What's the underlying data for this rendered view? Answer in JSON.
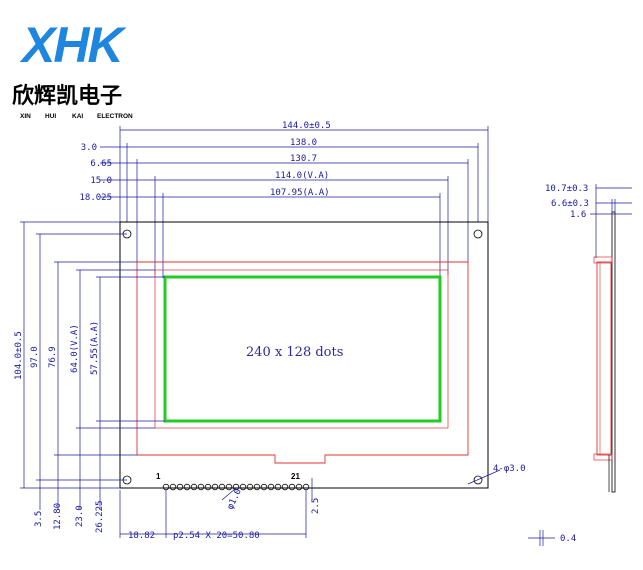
{
  "brand": {
    "logo_text": "XHK",
    "chinese_name": "欣辉凯电子",
    "english_words": [
      "XIN",
      "HUI",
      "KAI",
      "ELECTRON"
    ],
    "logo_color": "#1f86e0"
  },
  "display": {
    "label": "240 x 128 dots",
    "active_area_color": "#22cc22",
    "outline_color": "#e03030",
    "dim_color": "#1a1aa0"
  },
  "dims_top": {
    "d1": "144.0±0.5",
    "d2": "138.0",
    "d3": "130.7",
    "d4": "114.0(V.A)",
    "d5": "107.95(A.A)",
    "off1": "3.0",
    "off2": "6.65",
    "off3": "15.0",
    "off4": "18.025"
  },
  "dims_left": {
    "h1": "104.0±0.5",
    "h2": "97.0",
    "h3": "76.9",
    "h4": "64.0(V.A)",
    "h5": "57.55(A.A)",
    "b1": "3.5",
    "b2": "12.80",
    "b3": "23.0",
    "b4": "26.225"
  },
  "dims_bottom": {
    "pin_offset": "18.82",
    "pitch": "p2.54 X 20=50.80",
    "pin_dia": "φ1.0",
    "pin_h": "2.5",
    "pin_first": "1",
    "pin_last": "21",
    "hole": "4-φ3.0"
  },
  "dims_side": {
    "t1": "10.7±0.3",
    "t2": "6.6±0.3",
    "t3": "1.6",
    "t4": "0.4"
  }
}
